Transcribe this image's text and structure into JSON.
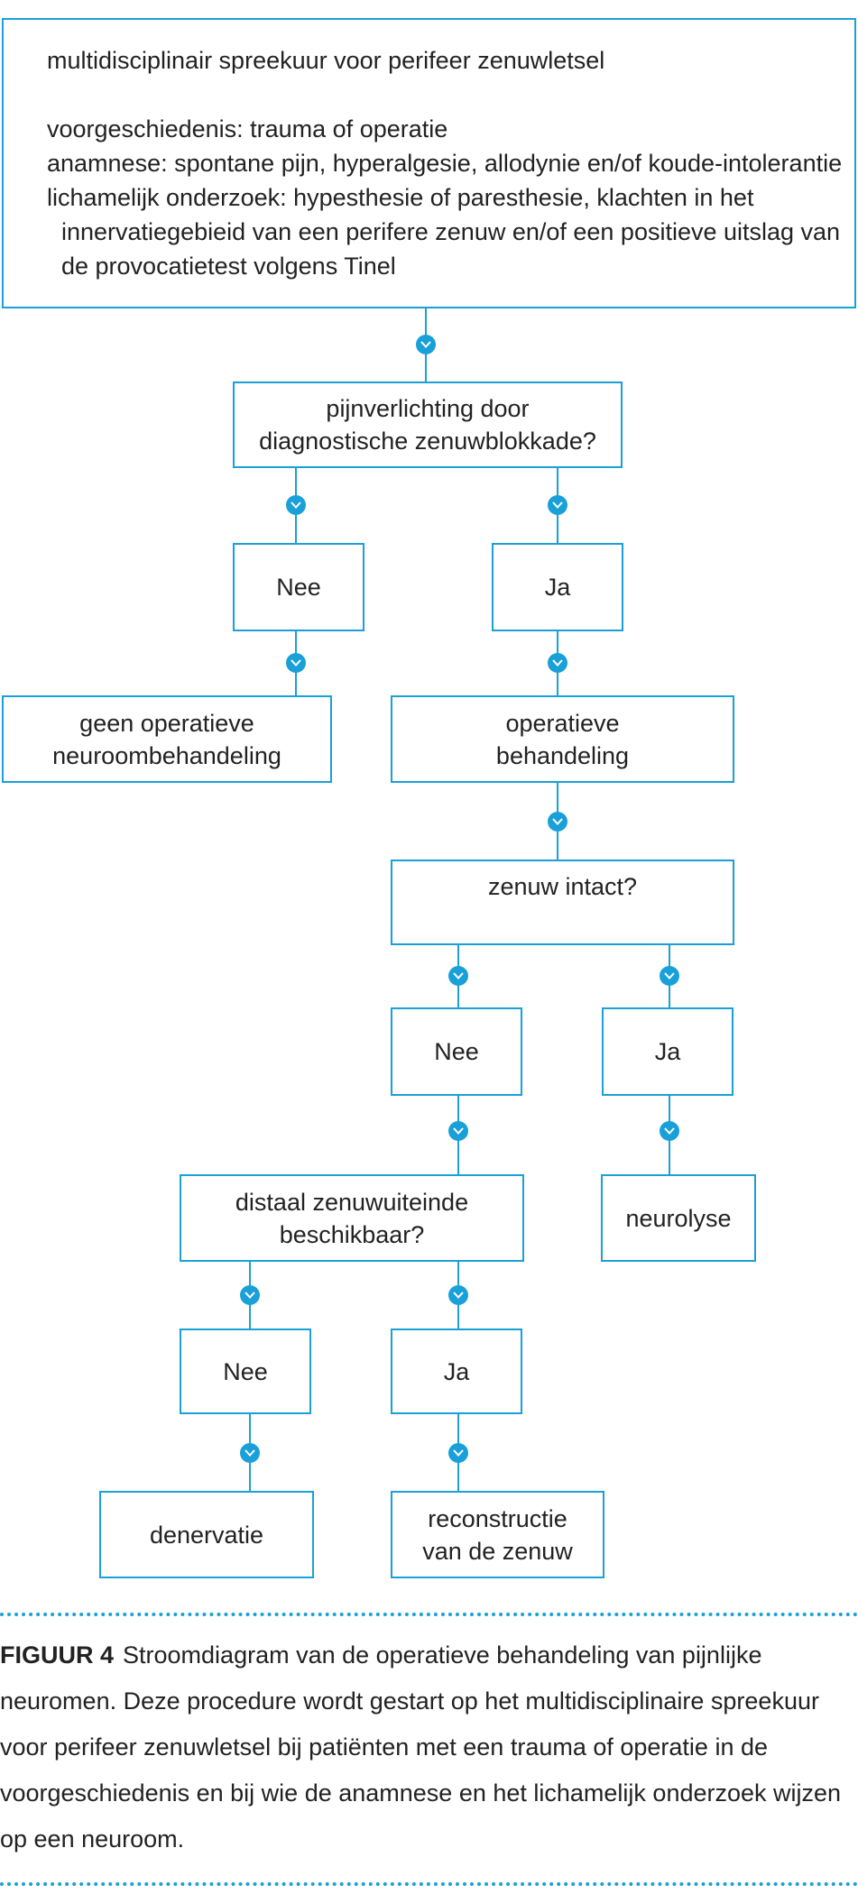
{
  "colors": {
    "accent": "#1aa0d8",
    "text": "#222222"
  },
  "icons": {
    "flow_arrow": "chevron-down-icon"
  },
  "top_box": {
    "title": "multidisciplinair spreekuur voor perifeer zenuwletsel",
    "lines": [
      "voorgeschiedenis: trauma of operatie",
      "anamnese: spontane pijn, hyperalgesie, allodynie en/of koude-intolerantie",
      "lichamelijk onderzoek: hypesthesie of paresthesie, klachten in het",
      "innervatiegebieid van een perifere zenuw en/of een positieve uitslag van",
      "de provocatietest volgens Tinel"
    ]
  },
  "nodes": {
    "q_blockade": [
      "pijnverlichting door",
      "diagnostische zenuwblokkade?"
    ],
    "nee_1": [
      "Nee"
    ],
    "ja_1": [
      "Ja"
    ],
    "geen_operatie": [
      "geen operatieve",
      "neuroombehandeling"
    ],
    "operatief": [
      "operatieve",
      "behandeling"
    ],
    "q_intact": [
      "zenuw intact?"
    ],
    "nee_2": [
      "Nee"
    ],
    "ja_2": [
      "Ja"
    ],
    "q_distaal": [
      "distaal zenuwuiteinde",
      "beschikbaar?"
    ],
    "neurolyse": [
      "neurolyse"
    ],
    "nee_3": [
      "Nee"
    ],
    "ja_3": [
      "Ja"
    ],
    "denervatie": [
      "denervatie"
    ],
    "reconstructie": [
      "reconstructie",
      "van de zenuw"
    ]
  },
  "caption": {
    "label": "FIGUUR 4",
    "text": "Stroomdiagram van de operatieve behandeling van pijnlijke neuromen. Deze procedure wordt gestart op het multidisciplinaire spreekuur voor perifeer zenuwletsel bij patiënten met een trauma of operatie in de voorgeschiedenis en bij wie de anamnese en het lichamelijk onderzoek wijzen op een neuroom."
  }
}
